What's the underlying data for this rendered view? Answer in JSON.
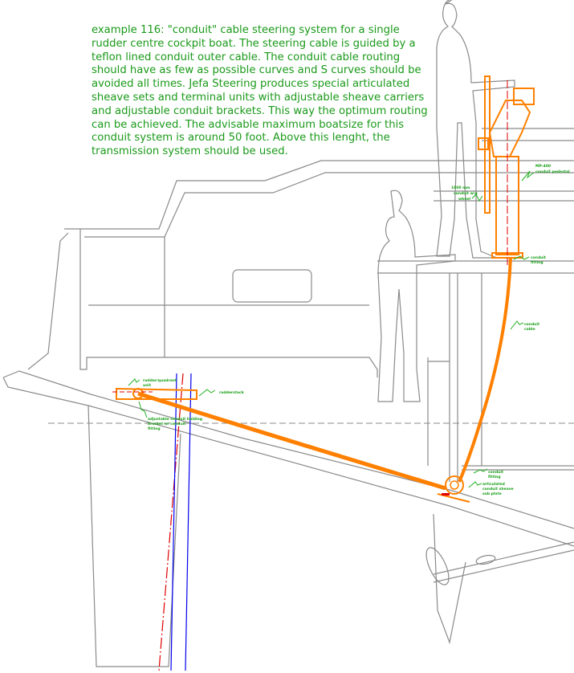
{
  "description": "example 116: \"conduit\" cable steering system for a single rudder centre cockpit boat. The steering cable is guided by a teflon lined conduit outer cable. The conduit cable routing should have as few as possible curves and S curves should be avoided all times. Jefa Steering produces special articulated sheave sets and terminal units with adjustable sheave carriers and adjustable conduit brackets. This way the optimum routing can be achieved. The advisable maximum boatsize for this conduit system is around 50 foot. Above this lenght, the transmission system should be used.",
  "labels": {
    "pedestal": [
      "MP-400",
      "conduit pedestal"
    ],
    "shaft": [
      "1000 mm",
      "conduit w/g",
      "wheel"
    ],
    "fitting_top": [
      "conduit",
      "fitting"
    ],
    "conduit": [
      "conduit",
      "cable"
    ],
    "fitting_bottom": [
      "conduit",
      "fitting"
    ],
    "sheave": [
      "articulated",
      "conduit sheave",
      "sub plate"
    ],
    "quadrant": [
      "rudder/quadrant",
      "unit"
    ],
    "stock": [
      "rudderstock"
    ],
    "bracket": [
      "adjustable conduit holding",
      "bracket w/ conduit",
      "fitting"
    ]
  },
  "colors": {
    "line": "#8a8a8a",
    "cable": "#ff8000",
    "label": "#1aa01a",
    "axis_red": "#e00000",
    "axis_blue": "#0000ee"
  }
}
